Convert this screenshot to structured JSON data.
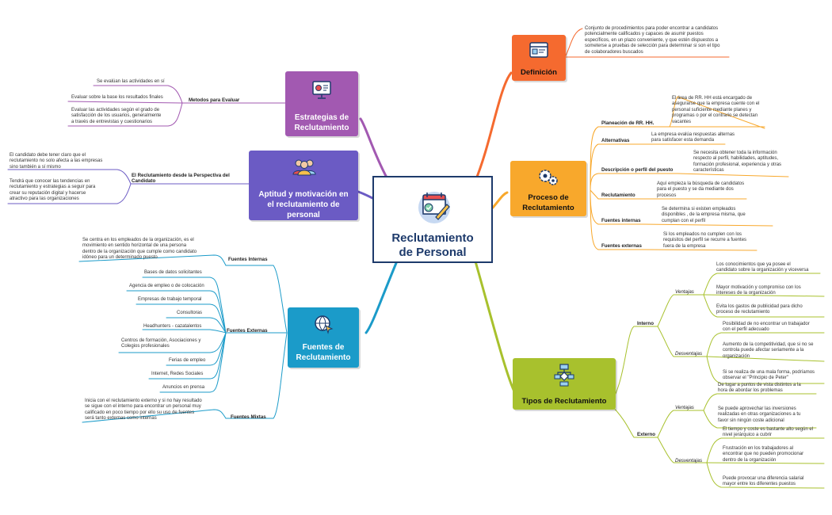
{
  "center": {
    "title_line1": "Reclutamiento",
    "title_line2": "de Personal",
    "icon": "calendar-check-icon"
  },
  "definicion": {
    "title": "Definición",
    "icon": "browser-window-icon",
    "color": "#f56a2f",
    "text": "Conjunto de procedimientos para poder encontrar  a candidatos\npotencialmente calificados  y capaces de asumir puestos\nespecíficos, en un plazo conveniente, y que estén dispuestos a\nsometerse a pruebas de selección para determinar si son el tipo\nde colaboradores buscados"
  },
  "proceso": {
    "title_line1": "Proceso de",
    "title_line2": "Reclutamiento",
    "icon": "gears-icon",
    "color": "#f8a82c",
    "items": [
      {
        "label": "Planeación de RR. HH.",
        "text": "El área de RR. HH está encargado de\nasegurarse que la empresa cuente con el\npersonal suficiente mediante planes y\nprogramas o por el contrario se detectan\nvacantes"
      },
      {
        "label": "Alternativas",
        "text": "La empresa evalúa respuestas alternas\npara satisfacer esta demanda"
      },
      {
        "label": "Descripción o perfil del puesto",
        "text": "Se necesita obtener toda la información\nrespecto al perfil, habilidades, aptitudes,\nformación profesional, experiencia y otras\ncaracterísticas"
      },
      {
        "label": "Reclutamiento",
        "text": "Aquí empieza la búsqueda de candidatos\npara el puesto y se da mediante dos\nprocesos"
      },
      {
        "label": "Fuentes internas",
        "text": "Se determina si existen empleados\ndisponibles , de la empresa misma, que\ncumplan con el perfil"
      },
      {
        "label": "Fuentes externas",
        "text": "Si los empleados no cumplen con los\nrequisitos del perfil se recurre a fuentes\nfuera de la empresa"
      }
    ]
  },
  "tipos": {
    "title": "Tipos de Reclutamiento",
    "icon": "flowchart-icon",
    "color": "#a8c12d",
    "interno": "Interno",
    "externo": "Externo",
    "ventajas": "Ventajas",
    "desventajas": "Desventajas",
    "interno_ventajas": [
      "Los conocimientos que ya posee el\ncandidato sobre la organización y viceversa",
      "Mayor motivación y compromiso con los\nintereses de la organización",
      "Evita los gastos de publicidad para dicho\nproceso de reclutamiento"
    ],
    "interno_desventajas": [
      "Posibilidad de no encontrar un trabajador\ncon el perfil adecuado",
      "Aumento de la competitividad, que si no se\ncontrola puede afectar seriamente a la\norganización",
      "Si se realiza de una mala forma, podríamos\nobservar el \"Principio de Peter\""
    ],
    "externo_ventajas": [
      "De lugar a puntos de vista distintos a la\nhora de abordar los problemas",
      "Se puede aprovechar las inversiones\nrealizadas en otras organizaciones a tu\nfavor sin ningún coste adicional"
    ],
    "externo_desventajas": [
      "El tiempo y coste es bastante alto según el\nnivel jerárquico a cubrir",
      "Frustración en los trabajadores al\nencontrar que no pueden promocionar\ndentro de la organización",
      "Puede provocar una diferencia salarial\nmayor entre los diferentes puestos"
    ]
  },
  "estrategias": {
    "title_line1": "Estrategias de",
    "title_line2": "Reclutamiento",
    "icon": "presentation-board-icon",
    "color": "#a259b1",
    "label": "Metodos para Evaluar",
    "items": [
      "Se evalúan las actividades en sí",
      "Evaluar sobre la base los resultados finales",
      "Evaluar las actividades según el grado de\nsatisfacción de los usuarios, generalmente\na través de entrevistas y cuestionarios"
    ]
  },
  "aptitud": {
    "title_line1": "Aptitud y motivación en",
    "title_line2": "el reclutamiento de",
    "title_line3": "personal",
    "icon": "people-group-icon",
    "color": "#6b5bc4",
    "label_line1": "El Reclutamiento desde la Perspectiva del",
    "label_line2": "Candidato",
    "items": [
      "El candidato debe tener claro que el\nreclutamiento no solo afecta a las empresas\nsino también a sí mismo",
      "Tendrá que conocer las tendencias en\nreclutamiento y estrategias a seguir para\ncrear su reputación digital y hacerse\natractivo para las organizaciones"
    ]
  },
  "fuentes": {
    "title_line1": "Fuentes de",
    "title_line2": "Reclutamiento",
    "icon": "globe-click-icon",
    "color": "#1b9bc9",
    "internas_label": "Fuentes Internas",
    "internas_text": "Se centra en los empleados de la organización, es el\nmovimiento en sentido horizontal de una persona\ndentro de la organización que  cumple como candidato\nidóneo para un determinado puesto",
    "externas_label": "Fuentes Externas",
    "externas_items": [
      "Bases de datos solicitantes",
      "Agencia de empleo o de colocación",
      "Empresas de trabajo temporal",
      "Consultoras",
      "Headhunters - cazatalentos",
      "Centros de formación, Asociaciones y\nColegios profesionales",
      "Ferias de empleo",
      "Internet, Redes Sociales",
      "Anuncios en prensa"
    ],
    "mixtas_label": "Fuentes Mixtas",
    "mixtas_text": "Inicia con el reclutamiento externo y si no hay resultado\nse sigue con el interno para encontrar un personal muy\ncalificado en poco tiempo por ello su uso de fuentes\nserá tanto externas como internas"
  }
}
